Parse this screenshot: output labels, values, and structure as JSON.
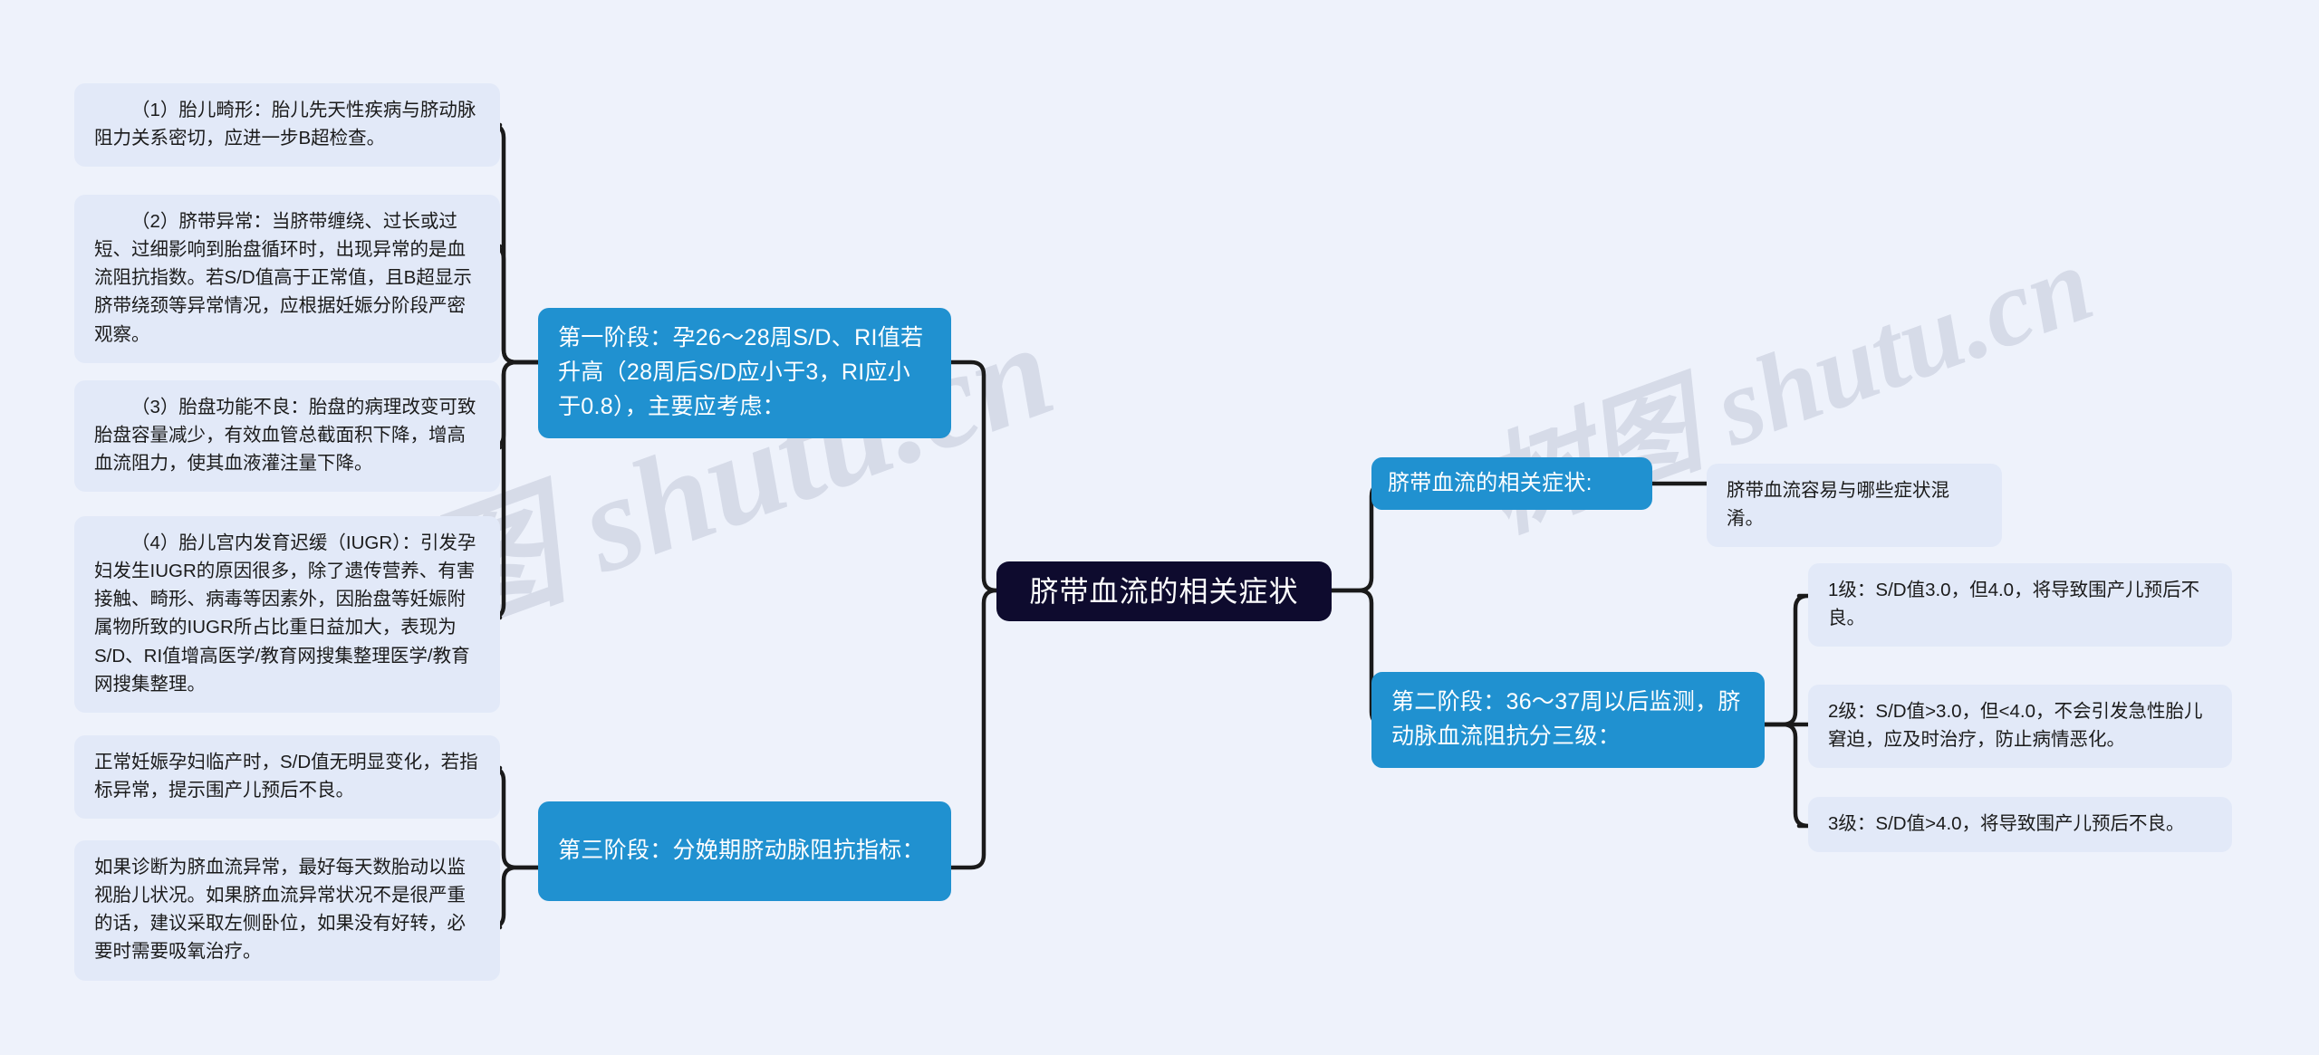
{
  "diagram": {
    "type": "mind-map",
    "background_color": "#eef2fb",
    "root_color": "#0e0b2e",
    "branch_color": "#2091d0",
    "leaf_color": "#e2e9f8",
    "link_color": "#1a1a1a"
  },
  "watermark": {
    "left": "树图 shutu.cn",
    "right": "树图 shutu.cn",
    "center": "shutu.cn"
  },
  "root": {
    "label": "脐带血流的相关症状"
  },
  "branches": {
    "stage1": {
      "label": "第一阶段：孕26～28周S/D、RI值若升高（28周后S/D应小于3，RI应小于0.8），主要应考虑："
    },
    "stage3": {
      "label": "第三阶段：分娩期脐动脉阻抗指标："
    },
    "symptoms": {
      "label": "脐带血流的相关症状:"
    },
    "stage2": {
      "label": "第二阶段：36～37周以后监测，脐动脉血流阻抗分三级："
    }
  },
  "stage1_items": [
    {
      "label": "（1）胎儿畸形：胎儿先天性疾病与脐动脉阻力关系密切，应进一步B超检查。"
    },
    {
      "label": "（2）脐带异常：当脐带缠绕、过长或过短、过细影响到胎盘循环时，出现异常的是血流阻抗指数。若S/D值高于正常值，且B超显示脐带绕颈等异常情况，应根据妊娠分阶段严密观察。"
    },
    {
      "label": "（3）胎盘功能不良：胎盘的病理改变可致胎盘容量减少，有效血管总截面积下降，增高血流阻力，使其血液灌注量下降。"
    },
    {
      "label": "（4）胎儿宫内发育迟缓（IUGR）：引发孕妇发生IUGR的原因很多，除了遗传营养、有害接触、畸形、病毒等因素外，因胎盘等妊娠附属物所致的IUGR所占比重日益加大，表现为S/D、RI值增高医学/教育网搜集整理医学/教育网搜集整理。"
    }
  ],
  "stage3_items": [
    {
      "label": "正常妊娠孕妇临产时，S/D值无明显变化，若指标异常，提示围产儿预后不良。"
    },
    {
      "label": "如果诊断为脐血流异常，最好每天数胎动以监视胎儿状况。如果脐血流异常状况不是很严重的话，建议采取左侧卧位，如果没有好转，必要时需要吸氧治疗。"
    }
  ],
  "symptoms_items": [
    {
      "label": "脐带血流容易与哪些症状混淆。"
    }
  ],
  "stage2_items": [
    {
      "label": "1级：S/D值3.0，但4.0，将导致围产儿预后不良。"
    },
    {
      "label": "2级：S/D值>3.0，但<4.0，不会引发急性胎儿窘迫，应及时治疗，防止病情恶化。"
    },
    {
      "label": "3级：S/D值>4.0，将导致围产儿预后不良。"
    }
  ]
}
